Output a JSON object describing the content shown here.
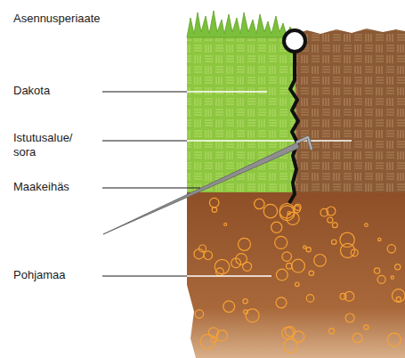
{
  "diagram": {
    "title": "Asennusperiaate",
    "labels": [
      "Dakota",
      "Istutusalue/ sora",
      "Maakeihäs",
      "Pohjamaa"
    ]
  }
}
